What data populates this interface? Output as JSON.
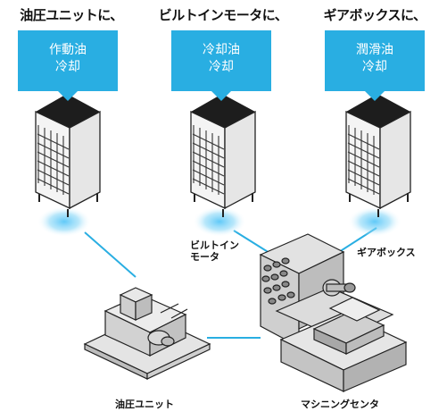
{
  "headings": [
    "油圧ユニットに、",
    "ビルトインモータに、",
    "ギアボックスに、"
  ],
  "callouts": [
    {
      "line1": "作動油",
      "line2": "冷却"
    },
    {
      "line1": "冷却油",
      "line2": "冷却"
    },
    {
      "line1": "潤滑油",
      "line2": "冷却"
    }
  ],
  "labels": {
    "builtin_motor_line1": "ビルトイン",
    "builtin_motor_line2": "モータ",
    "gearbox": "ギアボックス",
    "hydraulic_unit": "油圧ユニット",
    "machining_center": "マシニングセンタ"
  },
  "colors": {
    "accent": "#29aee2",
    "glow": "#4fc3f7",
    "cooler_top": "#222222",
    "machine_fill": "#d9d9d9"
  }
}
